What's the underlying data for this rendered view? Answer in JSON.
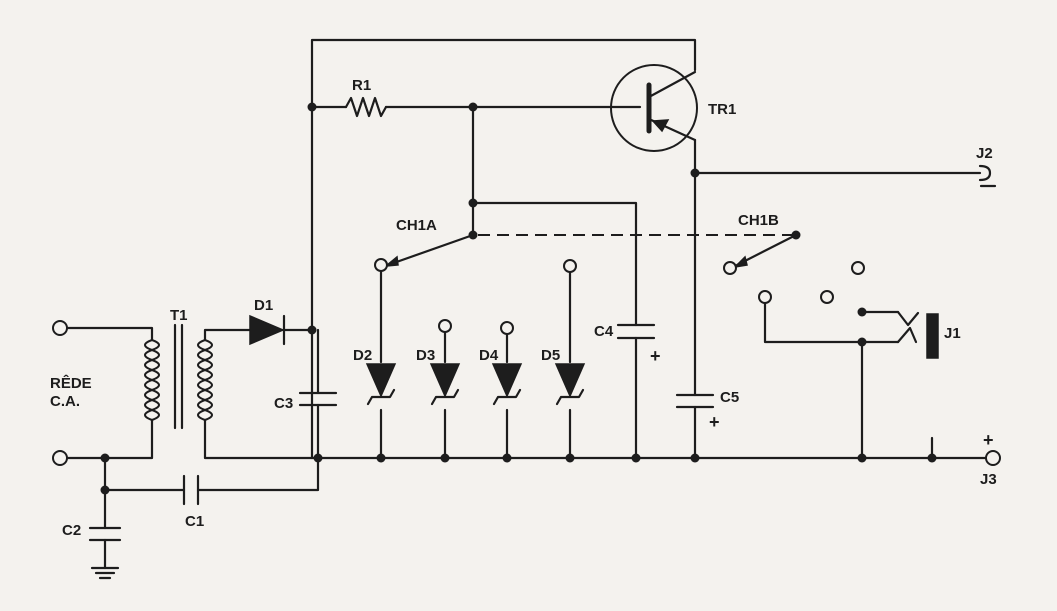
{
  "labels": {
    "transformer": "T1",
    "rectifier_diode": "D1",
    "resistor": "R1",
    "transistor": "TR1",
    "switch_a": "CH1A",
    "switch_b": "CH1B",
    "zener_2": "D2",
    "zener_3": "D3",
    "zener_4": "D4",
    "zener_5": "D5",
    "cap_1": "C1",
    "cap_2": "C2",
    "cap_3": "C3",
    "cap_4": "C4",
    "cap_5": "C5",
    "jack_1": "J1",
    "jack_2": "J2",
    "jack_3": "J3",
    "mains_line1": "RÊDE",
    "mains_line2": "C.A."
  },
  "polarity": {
    "c4_plus": "+",
    "c5_plus": "+",
    "j3_plus": "+"
  }
}
